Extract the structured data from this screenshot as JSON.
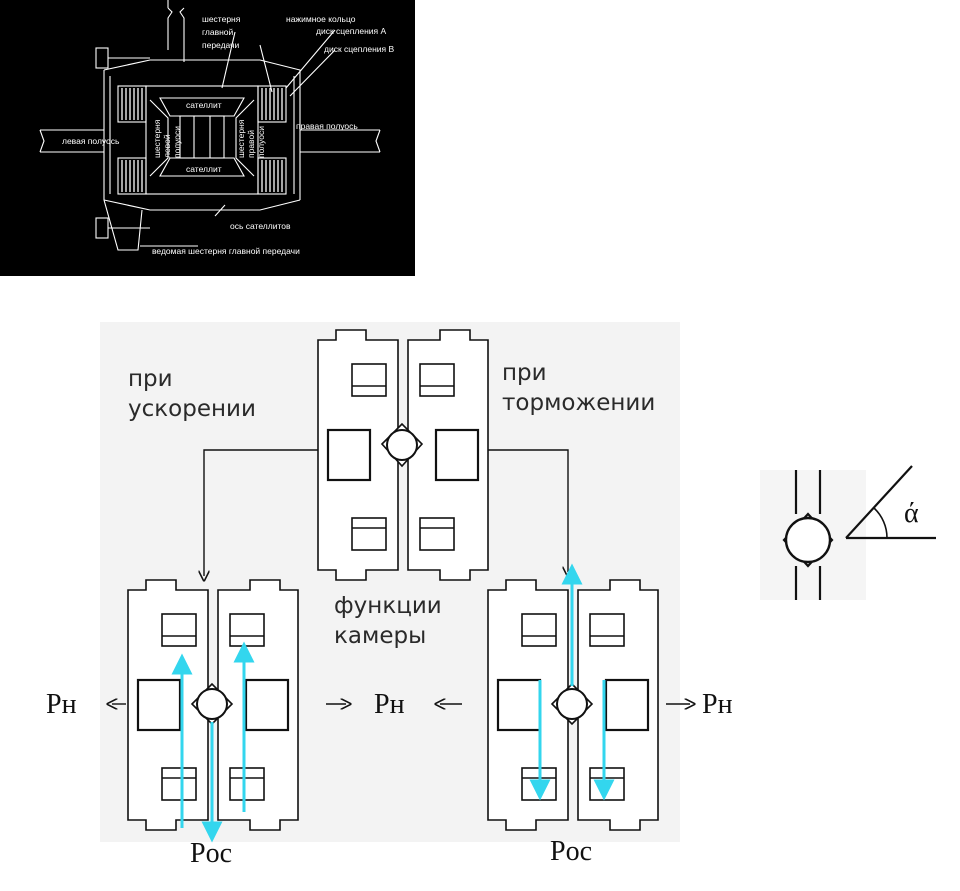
{
  "top_diagram": {
    "labels": {
      "drive_gear": [
        "шестерня",
        "главной",
        "передачи"
      ],
      "pressure_ring": "нажимное кольцо",
      "clutch_disc_a": "диск сцепления А",
      "clutch_disc_b": "диск сцепления В",
      "satellite_top": "сателлит",
      "satellite_bottom": "сателлит",
      "left_axle": "левая полуось",
      "right_axle": "правая полуось",
      "left_axle_gear": [
        "шестерня",
        "левой",
        "полуоси"
      ],
      "right_axle_gear": [
        "шестерня",
        "правой",
        "полуоси"
      ],
      "satellite_axis": "ось сателлитов",
      "driven_gear": "ведомая шестерня главной передачи"
    },
    "colors": {
      "background": "#000000",
      "lines": "#ffffff"
    }
  },
  "cam_diagram": {
    "labels": {
      "acceleration": [
        "при",
        "ускорении"
      ],
      "braking": [
        "при",
        "торможении"
      ],
      "cam_functions": [
        "функции",
        "камеры"
      ],
      "pn_left": "Pн",
      "pn_mid": "Pн",
      "pn_right": "Pн",
      "pos_left": "Poc",
      "pos_right": "Poc"
    },
    "colors": {
      "panel": "#f3f3f3",
      "force_arrows": "#33d6ee",
      "lines": "#111111"
    }
  },
  "angle_diagram": {
    "angle_symbol": "ά"
  }
}
